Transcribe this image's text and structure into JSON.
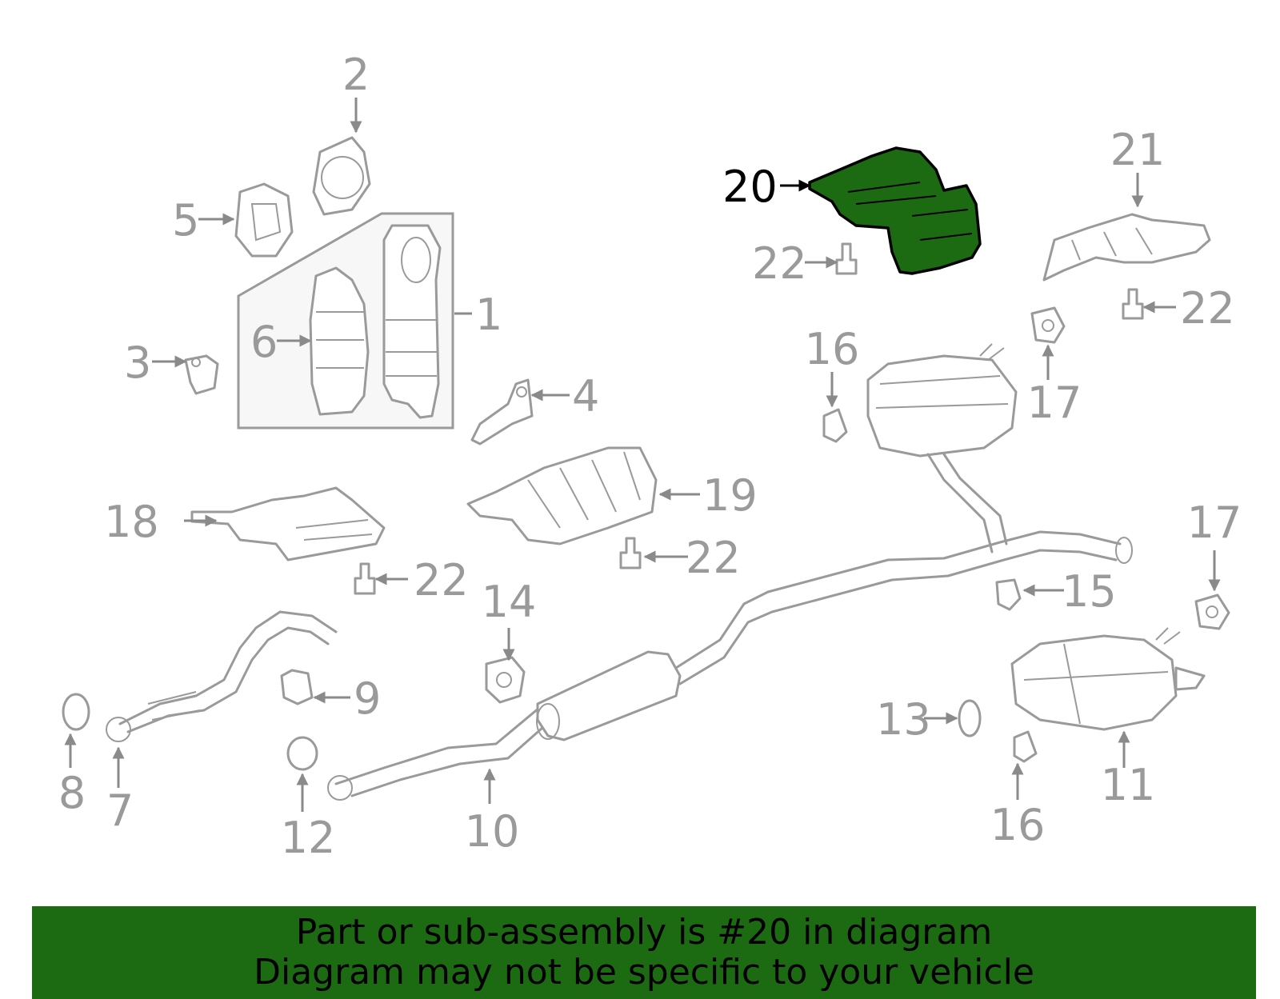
{
  "diagram": {
    "callouts": {
      "c1": "1",
      "c2": "2",
      "c3": "3",
      "c4": "4",
      "c5": "5",
      "c6": "6",
      "c7": "7",
      "c8": "8",
      "c9": "9",
      "c10": "10",
      "c11": "11",
      "c12": "12",
      "c13a": "13",
      "c14": "14",
      "c15": "15",
      "c16a": "16",
      "c16b": "16",
      "c17a": "17",
      "c17b": "17",
      "c18": "18",
      "c19": "19",
      "c20": "20",
      "c21": "21",
      "c22a": "22",
      "c22b": "22",
      "c22c": "22",
      "c22d": "22"
    },
    "highlight_color": "#1c6b12",
    "part_color": "#9a9a9a"
  },
  "banner": {
    "line1": "Part or sub-assembly is #20 in diagram",
    "line2": "Diagram may not be specific to your vehicle",
    "background": "#1c6b12"
  }
}
